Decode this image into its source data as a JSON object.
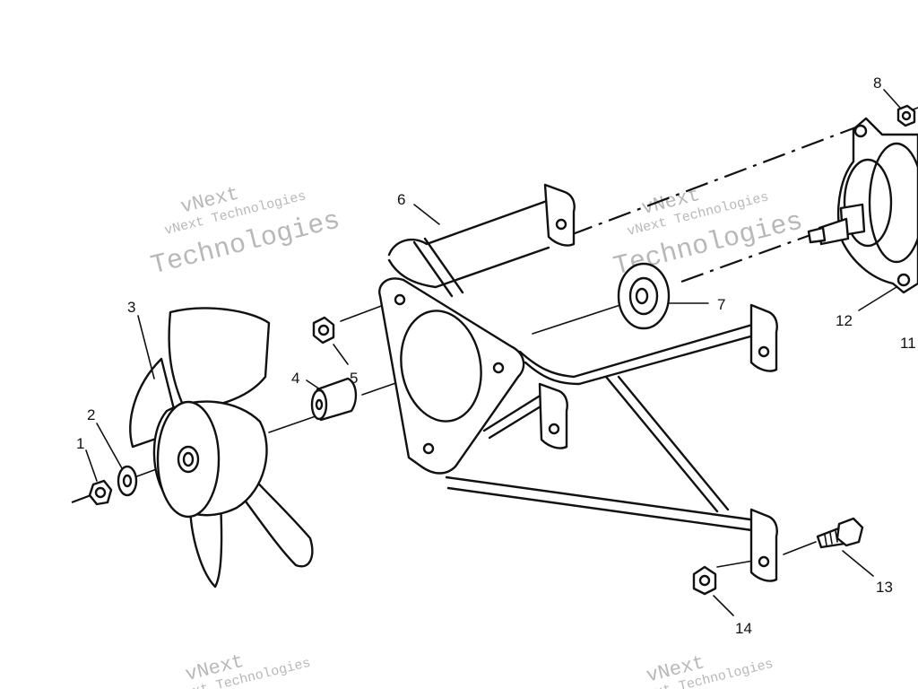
{
  "watermark": {
    "line1": "vNext",
    "line2": "vNext Technologies",
    "line3": "Technologies"
  },
  "callouts": [
    {
      "id": "1",
      "text": "1"
    },
    {
      "id": "2",
      "text": "2"
    },
    {
      "id": "3",
      "text": "3"
    },
    {
      "id": "4",
      "text": "4"
    },
    {
      "id": "5",
      "text": "5"
    },
    {
      "id": "6",
      "text": "6"
    },
    {
      "id": "7",
      "text": "7"
    },
    {
      "id": "8",
      "text": "8"
    },
    {
      "id": "11",
      "text": "11"
    },
    {
      "id": "12",
      "text": "12"
    },
    {
      "id": "13",
      "text": "13"
    },
    {
      "id": "14",
      "text": "14"
    }
  ]
}
